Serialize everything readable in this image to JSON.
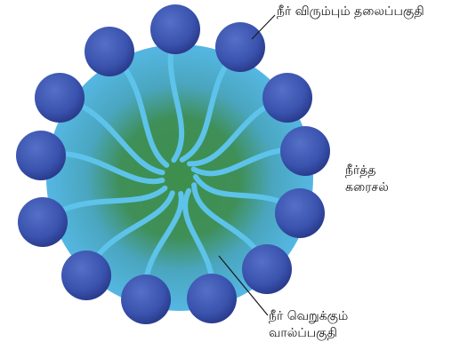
{
  "labels": {
    "hydrophilic_head": "நீர் விரும்பும் தலைப்பகுதி",
    "solution_line1": "நீர்த்த",
    "solution_line2": "கரைசல்",
    "hydrophobic_tail_line1": "நீர் வெறுக்கும்",
    "hydrophobic_tail_line2": "வால்ப்பகுதி"
  },
  "colors": {
    "solution_outer": "#4fb3e2",
    "core": "#3d8c4e",
    "tail": "#5ec3ea",
    "head": "#3b57b3",
    "head_dark": "#25358a",
    "leader": "#1a1a1a"
  }
}
